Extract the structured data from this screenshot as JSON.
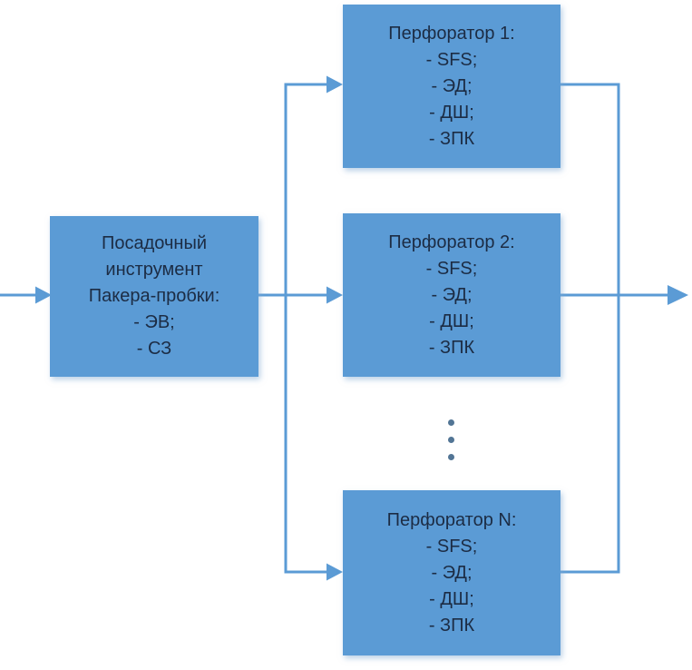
{
  "diagram": {
    "source_box": {
      "lines": [
        "Посадочный",
        "инструмент",
        "Пакера-пробки:",
        "- ЭВ;",
        "- СЗ"
      ]
    },
    "perforators": [
      {
        "title": "Перфоратор 1:",
        "items": [
          "- SFS;",
          "- ЭД;",
          "- ДШ;",
          "- ЗПК"
        ]
      },
      {
        "title": "Перфоратор 2:",
        "items": [
          "- SFS;",
          "- ЭД;",
          "- ДШ;",
          "- ЗПК"
        ]
      },
      {
        "title": "Перфоратор N:",
        "items": [
          "- SFS;",
          "- ЭД;",
          "- ДШ;",
          "- ЗПК"
        ]
      }
    ],
    "ellipsis": "⋮",
    "colors": {
      "box_fill": "#5b9bd5",
      "connector": "#5b9bd5",
      "text": "#1c2c44",
      "dots": "#527595"
    }
  }
}
